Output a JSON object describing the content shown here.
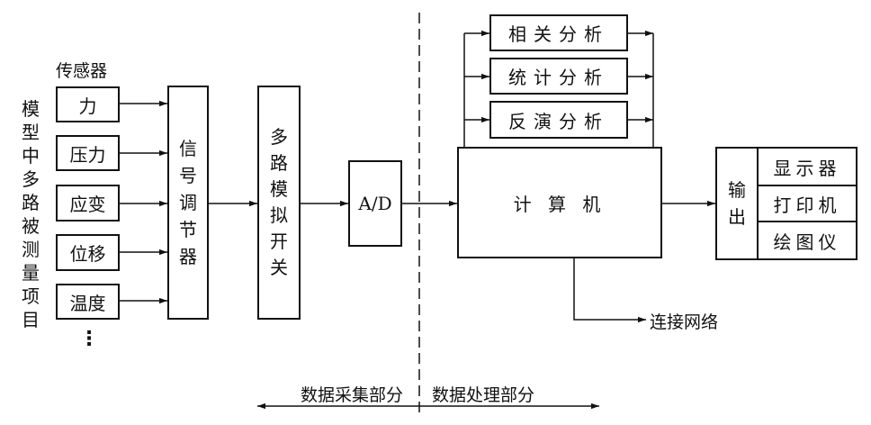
{
  "left_label": "模型中多路被测量项目",
  "sensor_header": "传感器",
  "sensors": [
    "力",
    "压力",
    "应变",
    "位移",
    "温度"
  ],
  "more": "⋮",
  "conditioner": "信号调节器",
  "mux": "多路模拟开关",
  "adc": "A/D",
  "computer": "计 算 机",
  "analyses": [
    "相关分析",
    "统计分析",
    "反演分析"
  ],
  "output_label": "输出",
  "outputs": [
    "显示器",
    "打印机",
    "绘图仪"
  ],
  "network": "连接网络",
  "section_left": "数据采集部分",
  "section_right": "数据处理部分"
}
